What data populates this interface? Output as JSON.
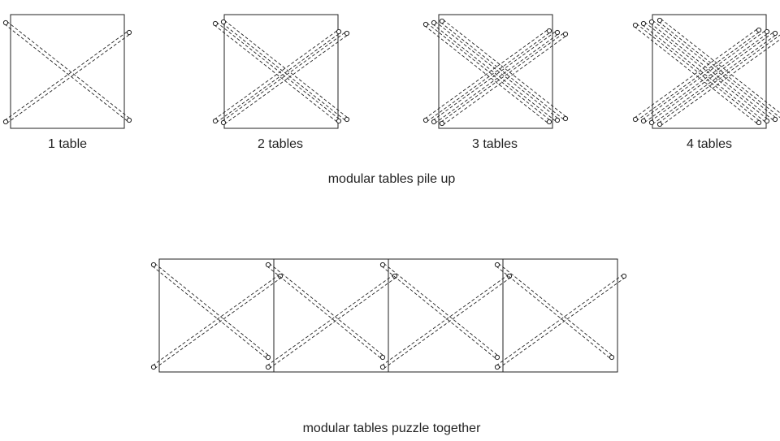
{
  "pile": {
    "labels": [
      "1 table",
      "2 tables",
      "3 tables",
      "4 tables"
    ],
    "caption": "modular tables pile up"
  },
  "puzzle": {
    "caption": "modular tables puzzle together"
  }
}
